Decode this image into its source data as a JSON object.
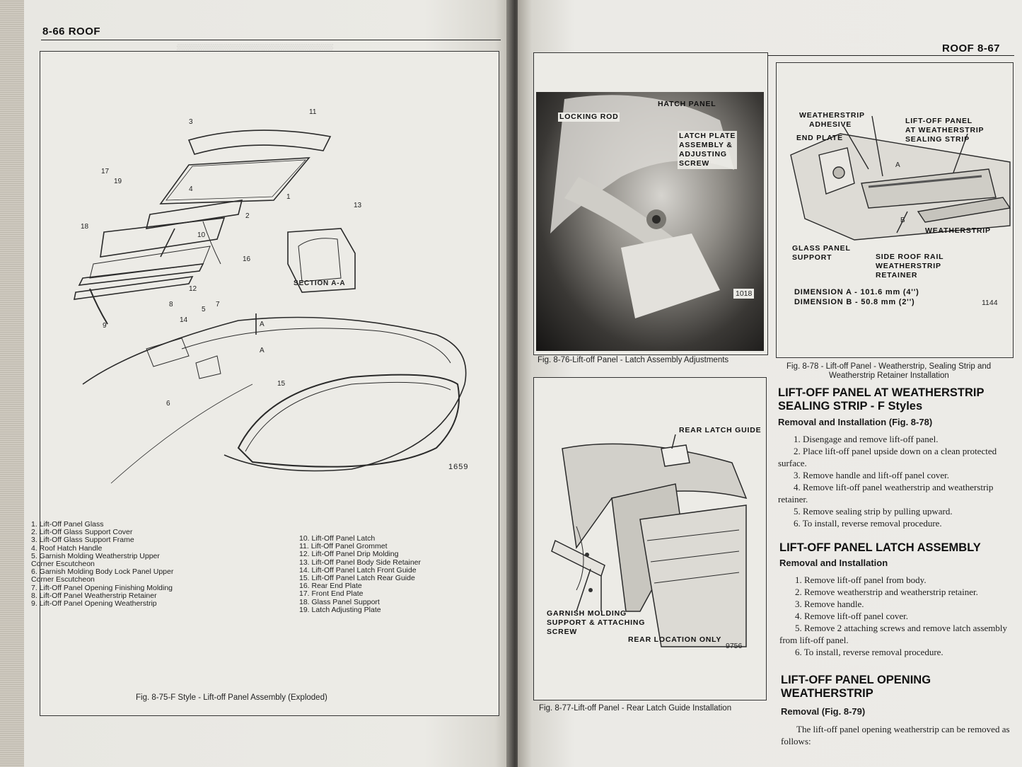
{
  "left_page": {
    "header": "8-66  ROOF",
    "fig_8_75": {
      "callouts": [
        "1",
        "2",
        "3",
        "4",
        "5",
        "6",
        "7",
        "8",
        "9",
        "10",
        "11",
        "12",
        "13",
        "14",
        "15",
        "16",
        "17",
        "18",
        "19"
      ],
      "section_label": "SECTION A-A",
      "section_marks": [
        "A",
        "A"
      ],
      "code": "1659",
      "legend_left": [
        "1.  Lift-Off Panel Glass",
        "2.  Lift-Off Glass Support Cover",
        "3.  Lift-Off Glass Support Frame",
        "4.  Roof Hatch Handle",
        "5.  Garnish Molding Weatherstrip Upper",
        "     Corner Escutcheon",
        "6.  Garnish Molding Body Lock Panel Upper",
        "     Corner Escutcheon",
        "7.  Lift-Off Panel Opening Finishing Molding",
        "8.  Lift-Off Panel Weatherstrip Retainer",
        "9.  Lift-Off Panel Opening Weatherstrip"
      ],
      "legend_right": [
        "10. Lift-Off Panel Latch",
        "11. Lift-Off Panel Grommet",
        "12. Lift-Off Panel Drip Molding",
        "13. Lift-Off Panel Body Side Retainer",
        "14. Lift-Off Panel Latch Front Guide",
        "15. Lift-Off Panel Latch Rear Guide",
        "16. Rear End Plate",
        "17. Front End Plate",
        "18. Glass Panel Support",
        "19. Latch Adjusting Plate"
      ],
      "caption": "Fig. 8-75-F Style - Lift-off Panel Assembly (Exploded)"
    }
  },
  "right_page": {
    "header": "ROOF  8-67",
    "fig_8_76": {
      "labels": {
        "hatch_panel": "HATCH PANEL",
        "locking_rod": "LOCKING ROD",
        "latch_plate": [
          "LATCH PLATE",
          "ASSEMBLY &",
          "ADJUSTING",
          "SCREW"
        ]
      },
      "code": "1018",
      "caption": "Fig. 8-76-Lift-off Panel - Latch Assembly Adjustments"
    },
    "fig_8_77": {
      "labels": {
        "rear_latch_guide": "REAR LATCH GUIDE",
        "garnish": [
          "GARNISH MOLDING",
          "SUPPORT & ATTACHING",
          "SCREW"
        ],
        "rear_location": "REAR LOCATION ONLY"
      },
      "code": "9756",
      "caption": "Fig. 8-77-Lift-off Panel - Rear Latch Guide Installation"
    },
    "fig_8_78": {
      "labels": {
        "adhesive": [
          "WEATHERSTRIP",
          "ADHESIVE"
        ],
        "end_plate": "END PLATE",
        "lift_off": [
          "LIFT-OFF PANEL",
          "AT WEATHERSTRIP",
          "SEALING STRIP"
        ],
        "weatherstrip": "WEATHERSTRIP",
        "glass_support": [
          "GLASS PANEL",
          "SUPPORT"
        ],
        "side_roof": [
          "SIDE ROOF RAIL",
          "WEATHERSTRIP",
          "RETAINER"
        ],
        "marks": [
          "A",
          "B"
        ],
        "dim_a": "DIMENSION A - 101.6 mm (4'')",
        "dim_b": "DIMENSION B -  50.8 mm (2'')"
      },
      "code": "1144",
      "caption": [
        "Fig. 8-78 - Lift-off Panel - Weatherstrip, Sealing Strip and",
        "Weatherstrip Retainer Installation"
      ]
    },
    "section1": {
      "title": [
        "LIFT-OFF PANEL AT WEATHERSTRIP",
        "SEALING STRIP - F Styles"
      ],
      "subtitle": "Removal and Installation (Fig. 8-78)",
      "steps": [
        "1. Disengage and remove lift-off panel.",
        "2. Place lift-off panel upside down on a clean protected surface.",
        "3. Remove handle and lift-off panel cover.",
        "4. Remove lift-off panel weatherstrip and weatherstrip retainer.",
        "5. Remove sealing strip by pulling upward.",
        "6. To install, reverse removal procedure."
      ]
    },
    "section2": {
      "title": "LIFT-OFF PANEL LATCH ASSEMBLY",
      "subtitle": "Removal and Installation",
      "steps": [
        "1. Remove lift-off panel from body.",
        "2. Remove weatherstrip and weatherstrip retainer.",
        "3. Remove handle.",
        "4. Remove lift-off panel cover.",
        "5. Remove 2 attaching screws and remove latch assembly from lift-off panel.",
        "6. To install, reverse removal procedure."
      ]
    },
    "section3": {
      "title": [
        "LIFT-OFF PANEL OPENING",
        "WEATHERSTRIP"
      ],
      "subtitle": "Removal (Fig. 8-79)",
      "intro": "The lift-off panel opening weatherstrip can be removed as follows:"
    }
  }
}
